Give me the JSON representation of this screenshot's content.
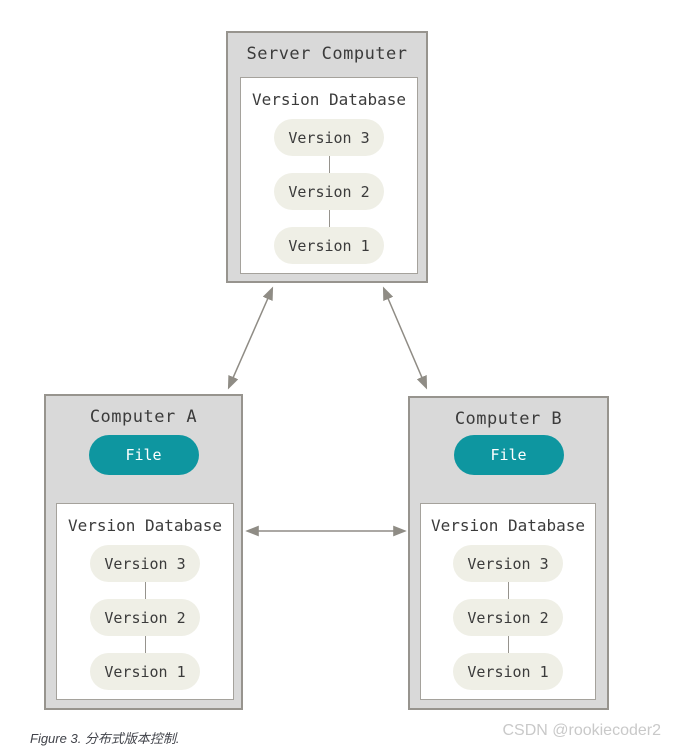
{
  "figure": {
    "caption": "Figure 3. 分布式版本控制.",
    "watermark": "CSDN @rookiecoder2"
  },
  "colors": {
    "node_fill": "#d9d9d9",
    "node_border": "#97948e",
    "inner_box_fill": "#ffffff",
    "inner_box_border": "#a5a29c",
    "version_pill_fill": "#efefe6",
    "file_pill_fill": "#0e96a0",
    "file_pill_text": "#ffffff",
    "arrow": "#8f8c85",
    "text": "#3b3b3b",
    "watermark_text": "#c9c9c9"
  },
  "nodes": {
    "server": {
      "title": "Server Computer",
      "db_label": "Version Database",
      "versions": [
        "Version 3",
        "Version 2",
        "Version 1"
      ]
    },
    "computer_a": {
      "title": "Computer A",
      "file_label": "File",
      "db_label": "Version Database",
      "versions": [
        "Version 3",
        "Version 2",
        "Version 1"
      ]
    },
    "computer_b": {
      "title": "Computer B",
      "file_label": "File",
      "db_label": "Version Database",
      "versions": [
        "Version 3",
        "Version 2",
        "Version 1"
      ]
    }
  }
}
